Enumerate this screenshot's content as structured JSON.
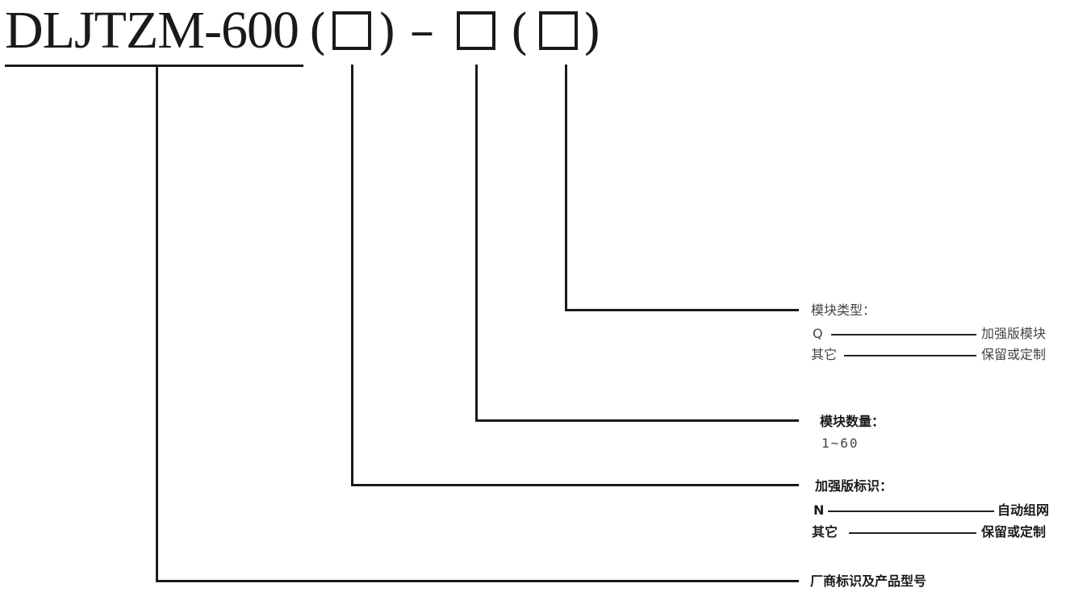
{
  "model": {
    "prefix": "DLJTZM-600",
    "paren_open_1": "(",
    "paren_close_1": ")",
    "dash": "–",
    "paren_open_2": "(",
    "paren_close_2": ")"
  },
  "fields": {
    "module_type": {
      "label": "模块类型：",
      "options": [
        {
          "code": "Q",
          "meaning": "加强版模块"
        },
        {
          "code": "其它",
          "meaning": "保留或定制"
        }
      ]
    },
    "module_count": {
      "label": "模块数量：",
      "range": "1~60"
    },
    "enhanced_flag": {
      "label": "加强版标识：",
      "options": [
        {
          "code": "N",
          "meaning": "自动组网"
        },
        {
          "code": "其它",
          "meaning": "保留或定制"
        }
      ]
    },
    "vendor": {
      "label": "厂商标识及产品型号"
    }
  }
}
